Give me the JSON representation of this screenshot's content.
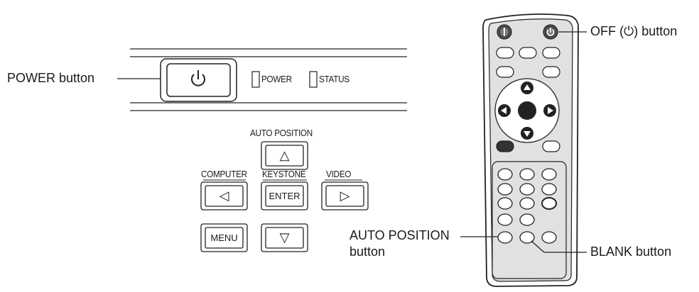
{
  "panel": {
    "power_button_icon": "power-icon",
    "indicator_power": "POWER",
    "indicator_status": "STATUS",
    "label_auto_position": "AUTO POSITION",
    "label_computer": "COMPUTER",
    "label_keystone": "KEYSTONE",
    "label_video": "VIDEO",
    "btn_up": "△",
    "btn_left": "◁",
    "btn_enter": "ENTER",
    "btn_right": "▷",
    "btn_menu": "MENU",
    "btn_down": "▽"
  },
  "callouts": {
    "power_button": "POWER button",
    "off_button": "OFF (⏻) button",
    "auto_position_line1": "AUTO POSITION",
    "auto_position_line2": "button",
    "blank_button": "BLANK button"
  },
  "remote": {
    "power_on_icon": "power-on-icon",
    "power_off_icon": "power-off-icon"
  }
}
